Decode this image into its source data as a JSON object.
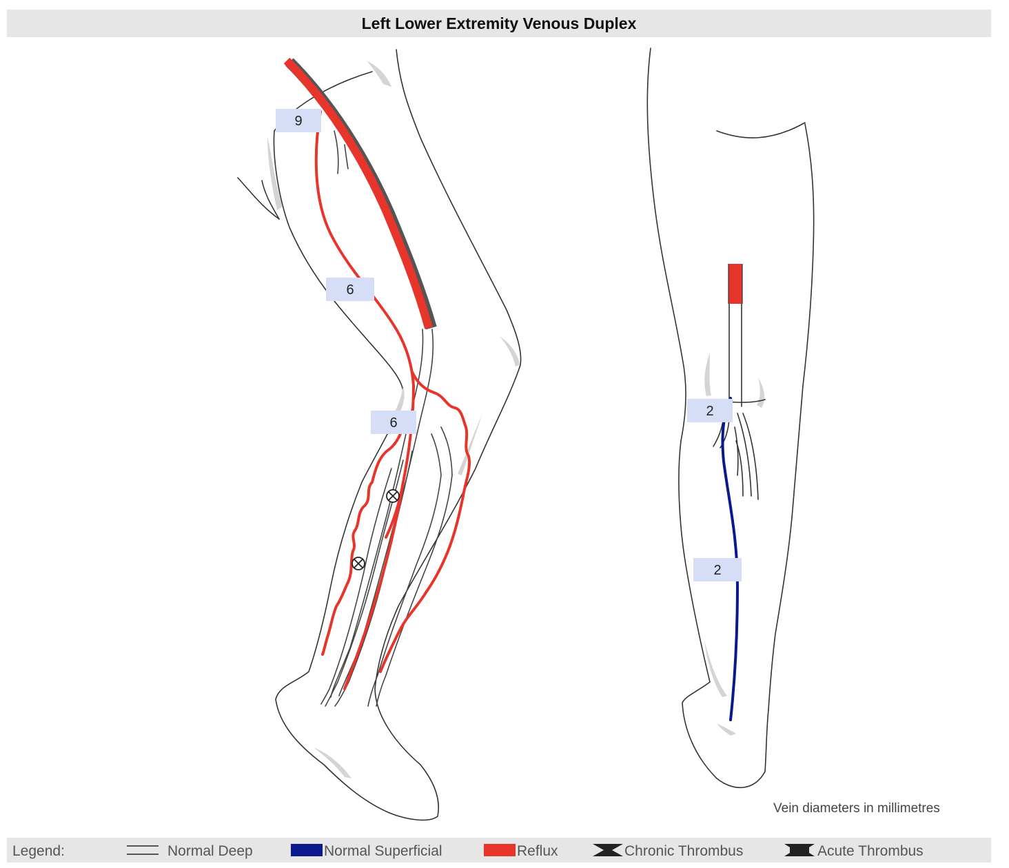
{
  "title": "Left Lower Extremity Venous Duplex",
  "diameters_note": "Vein diameters in millimetres",
  "measurements": {
    "left_1": "9",
    "left_2": "6",
    "left_3": "6",
    "right_1": "2",
    "right_2": "2"
  },
  "legend": {
    "label": "Legend:",
    "items": [
      {
        "label": "Normal Deep",
        "color": "#555555"
      },
      {
        "label": "Normal Superficial",
        "color": "#0a1a8c"
      },
      {
        "label": "Reflux",
        "color": "#e8352b"
      },
      {
        "label": "Chronic Thrombus",
        "color": "#222222"
      },
      {
        "label": "Acute Thrombus",
        "color": "#222222"
      }
    ]
  },
  "colors": {
    "reflux": "#e8352b",
    "normal_superficial": "#0a1a8c",
    "normal_deep": "#555555",
    "label_box": "#d6ddf6",
    "outline": "#333333",
    "shade": "#d4d4d4"
  }
}
